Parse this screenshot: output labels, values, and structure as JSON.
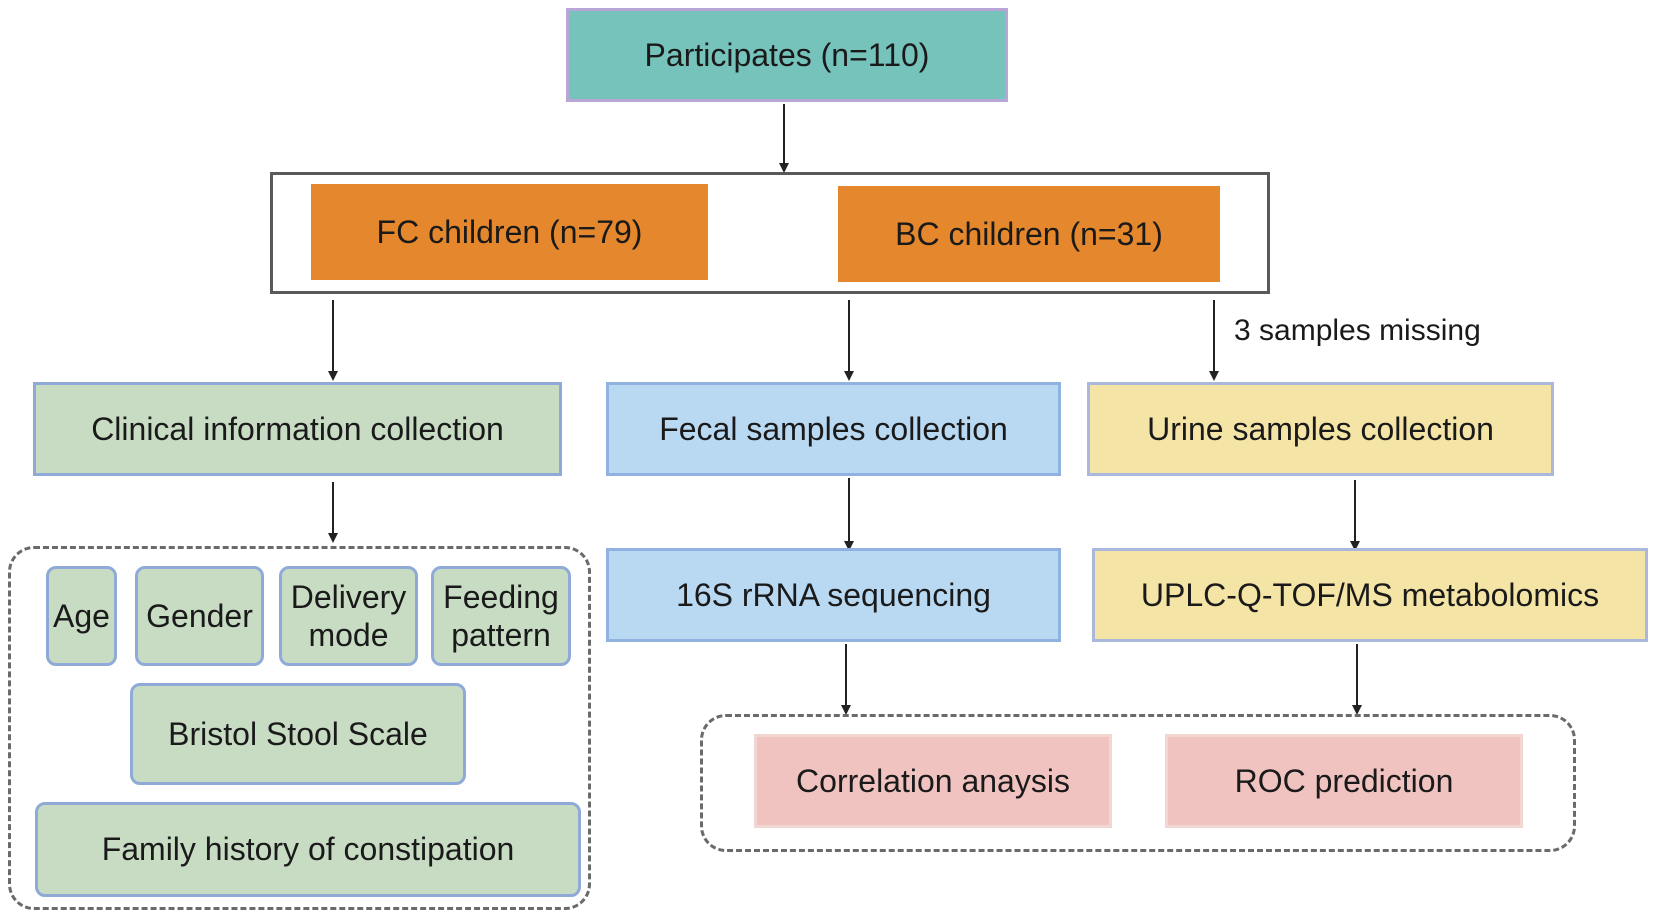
{
  "top": {
    "label": "Participates (n=110)"
  },
  "groups": {
    "fc": "FC children (n=79)",
    "bc": "BC children (n=31)"
  },
  "note": "3 samples missing",
  "collections": {
    "clinical": "Clinical information collection",
    "fecal": "Fecal samples collection",
    "urine": "Urine samples collection"
  },
  "clinical_items": {
    "age": "Age",
    "gender": "Gender",
    "delivery": "Delivery mode",
    "feeding": "Feeding pattern",
    "bristol": "Bristol Stool Scale",
    "family": "Family history of constipation"
  },
  "methods": {
    "sequencing": "16S rRNA sequencing",
    "metabolomics": "UPLC-Q-TOF/MS metabolomics"
  },
  "analyses": {
    "correlation": "Correlation anaysis",
    "roc": "ROC prediction"
  },
  "colors": {
    "teal": "#76c3bb",
    "orange": "#e5872c",
    "green": "#c8dcc4",
    "blue": "#b9d8f2",
    "yellow": "#f4e4a6",
    "pink": "#f0c3c1"
  }
}
